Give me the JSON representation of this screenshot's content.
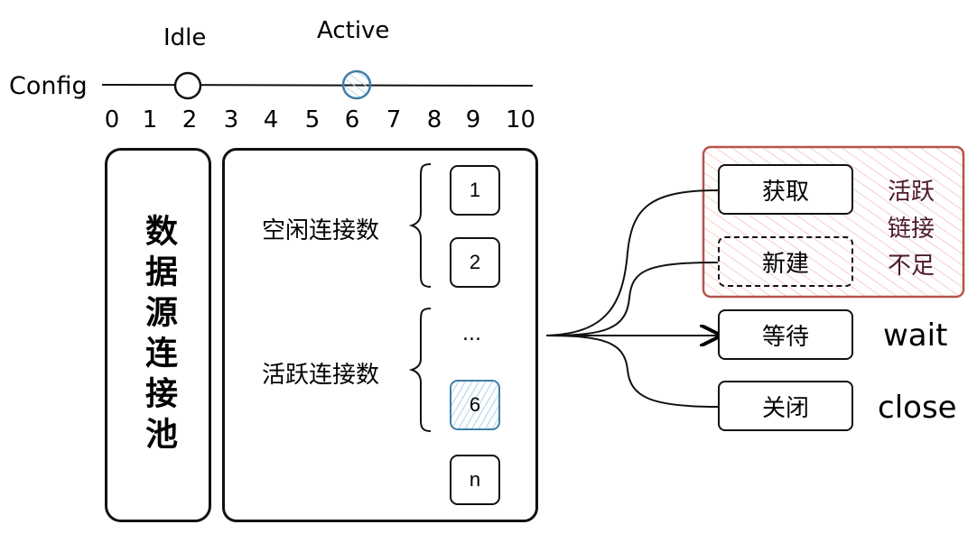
{
  "timeline": {
    "axis_label": "Config",
    "ticks": [
      "0",
      "1",
      "2",
      "3",
      "4",
      "5",
      "6",
      "7",
      "8",
      "9",
      "10"
    ],
    "markers": [
      {
        "label": "Idle",
        "value": 2,
        "style": "outline"
      },
      {
        "label": "Active",
        "value": 6,
        "style": "blue-hatched"
      }
    ]
  },
  "pool": {
    "title": "数据源连接池",
    "groups": [
      {
        "label": "空闲连接数"
      },
      {
        "label": "活跃连接数"
      }
    ],
    "connections": [
      {
        "label": "1",
        "state": "idle"
      },
      {
        "label": "2",
        "state": "idle"
      },
      {
        "label": "...",
        "state": "ellipsis"
      },
      {
        "label": "6",
        "state": "active"
      },
      {
        "label": "n",
        "state": "normal"
      }
    ]
  },
  "operations": {
    "insufficient_group": {
      "note": [
        "活跃",
        "链接",
        "不足"
      ],
      "color": "#b5544a",
      "note_color": "#4a1a2e"
    },
    "items": [
      {
        "label": "获取",
        "style": "solid",
        "annotation": ""
      },
      {
        "label": "新建",
        "style": "dashed",
        "annotation": ""
      },
      {
        "label": "等待",
        "style": "solid",
        "annotation": "wait"
      },
      {
        "label": "关闭",
        "style": "solid",
        "annotation": "close"
      }
    ]
  },
  "colors": {
    "active_blue": "#3f7ea8",
    "hatch_blue": "#c4dff0",
    "group_red": "#b5544a",
    "hatch_red": "#f3cfc9"
  }
}
